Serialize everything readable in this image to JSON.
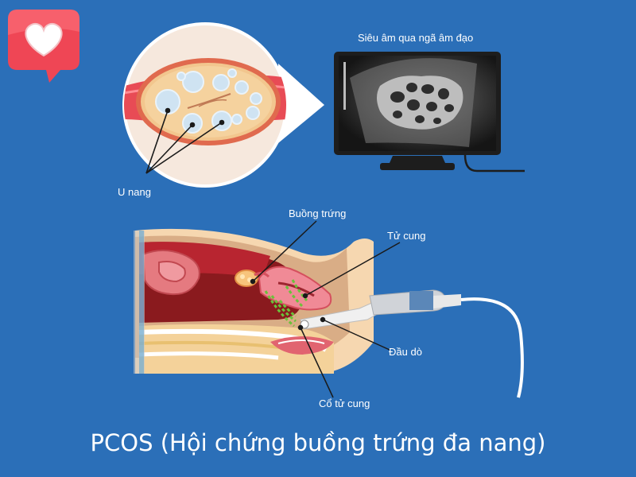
{
  "labels": {
    "monitor_caption": "Siêu âm qua ngã âm đạo",
    "cyst": "U nang",
    "ovary": "Buồng trứng",
    "uterus": "Tử cung",
    "probe": "Đầu dò",
    "cervix": "Cổ tử cung"
  },
  "title": "PCOS (Hội chứng buồng trứng đa nang)",
  "badge_icon": "heart-icon",
  "colors": {
    "background": "#2b6fb8",
    "text": "#ffffff",
    "badge": "#ef4655"
  }
}
